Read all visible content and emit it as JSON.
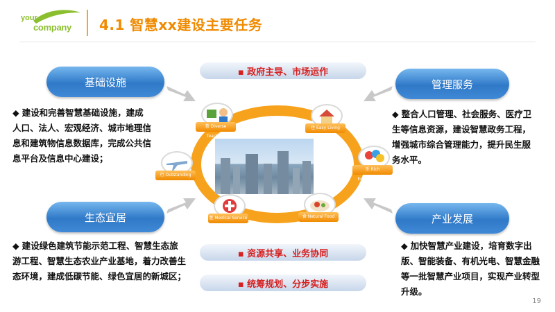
{
  "header": {
    "logo_your": "your",
    "logo_company": "company",
    "title": "4.1 智慧xx建设主要任务"
  },
  "slogans": {
    "top": "▪ 政府主导、市场运作",
    "middle": "▪ 资源共享、业务协同",
    "bottom": "▪ 统筹规划、分步实施"
  },
  "sections": {
    "infrastructure": {
      "title": "基础设施",
      "bullet": "◆",
      "text": "建设和完善智慧基础设施，建成人口、法人、宏观经济、城市地理信息和建筑物信息数据库，完成公共信息平台及信息中心建设；"
    },
    "management": {
      "title": "管理服务",
      "bullet": "◆",
      "text": "整合人口管理、社会服务、医疗卫生等信息资源，建设智慧政务工程，增强城市综合管理能力，提升民生服务水平。"
    },
    "ecology": {
      "title": "生态宜居",
      "bullet": "◆",
      "text": "建设绿色建筑节能示范工程、智慧生态旅游工程、智慧生态农业产业基地，着力改善生态环境，建成低碳节能、绿色宜居的新城区；"
    },
    "industry": {
      "title": "产业发展",
      "bullet": "◆",
      "text": "加快智慧产业建设，培育数字出版、智能装备、有机光电、智慧金融等一批智慧产业项目，实现产业转型升级。"
    }
  },
  "nodes": [
    {
      "cn": "育",
      "en": "Diverse Teaching",
      "icon": "education-icon"
    },
    {
      "cn": "住",
      "en": "Easy Living",
      "icon": "house-icon"
    },
    {
      "cn": "乐",
      "en": "Rich Entertainment",
      "icon": "balloon-icon"
    },
    {
      "cn": "食",
      "en": "Natural Food Safety",
      "icon": "food-icon"
    },
    {
      "cn": "医",
      "en": "Medical Service",
      "icon": "medical-icon"
    },
    {
      "cn": "行",
      "en": "Outstanding Smart Transportation",
      "icon": "airplane-icon"
    }
  ],
  "page_number": "19",
  "colors": {
    "accent": "#f08a00",
    "pill_blue": "#2f79c8",
    "slogan_text": "#d62020"
  }
}
